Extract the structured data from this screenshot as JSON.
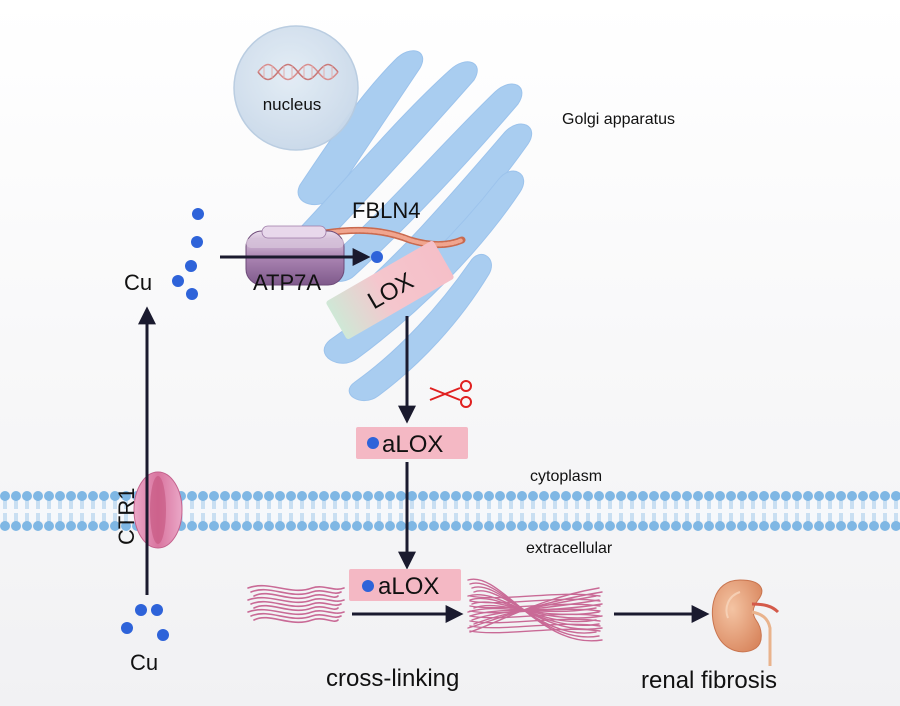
{
  "labels": {
    "nucleus": "nucleus",
    "golgi": "Golgi apparatus",
    "fbln4": "FBLN4",
    "atp7a": "ATP7A",
    "lox": "LOX",
    "cu_top": "Cu",
    "cu_bottom": "Cu",
    "alox_top": "aLOX",
    "alox_bottom": "aLOX",
    "cytoplasm": "cytoplasm",
    "extracellular": "extracellular",
    "ctr1": "CTR1",
    "cross_linking": "cross-linking",
    "renal_fibrosis": "renal fibrosis"
  },
  "colors": {
    "golgi": "#a9cdf0",
    "golgi_stroke": "#8db8e6",
    "membrane": "#7fb7e4",
    "copper": "#2e63d9",
    "alox_box": "#f4b8c4",
    "lox_pink": "#f5bfc8",
    "lox_green": "#cfe8d6",
    "fiber": "#c96a96",
    "ctr1": "#e59ac0",
    "atp7a": "#9e7aa8",
    "scissors": "#e02020",
    "kidney": "#e6a07a"
  }
}
